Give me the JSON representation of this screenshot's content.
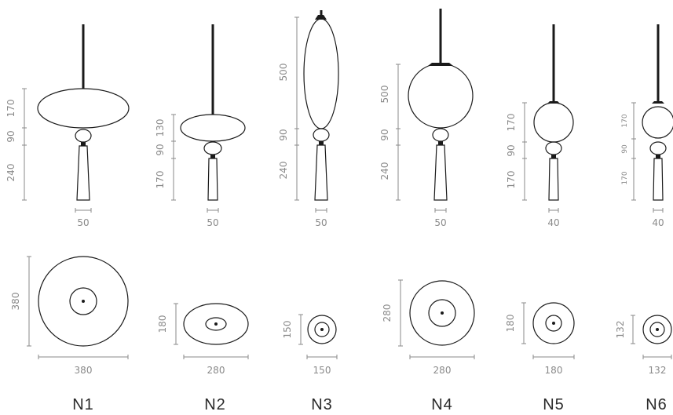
{
  "page": {
    "background": "#ffffff",
    "line_color": "#1a1a1a",
    "dim_color": "#8a8a8a"
  },
  "lamps": [
    {
      "name": "N1",
      "front": {
        "top": "170",
        "mid": "90",
        "bottom": "240",
        "width": "50"
      },
      "plan": {
        "height": "380",
        "width": "380"
      }
    },
    {
      "name": "N2",
      "front": {
        "top": "130",
        "mid": "90",
        "bottom": "170",
        "width": "50"
      },
      "plan": {
        "height": "180",
        "width": "280"
      }
    },
    {
      "name": "N3",
      "front": {
        "top": "500",
        "mid": "90",
        "bottom": "240",
        "width": "50"
      },
      "plan": {
        "height": "150",
        "width": "150"
      }
    },
    {
      "name": "N4",
      "front": {
        "top": "500",
        "mid": "90",
        "bottom": "240",
        "width": "50"
      },
      "plan": {
        "height": "280",
        "width": "280"
      }
    },
    {
      "name": "N5",
      "front": {
        "top": "170",
        "mid": "90",
        "bottom": "170",
        "width": "40"
      },
      "plan": {
        "height": "180",
        "width": "180"
      }
    },
    {
      "name": "N6",
      "front": {
        "top": "170",
        "mid": "90",
        "bottom": "170",
        "width": "40"
      },
      "plan": {
        "height": "132",
        "width": "132"
      }
    }
  ]
}
